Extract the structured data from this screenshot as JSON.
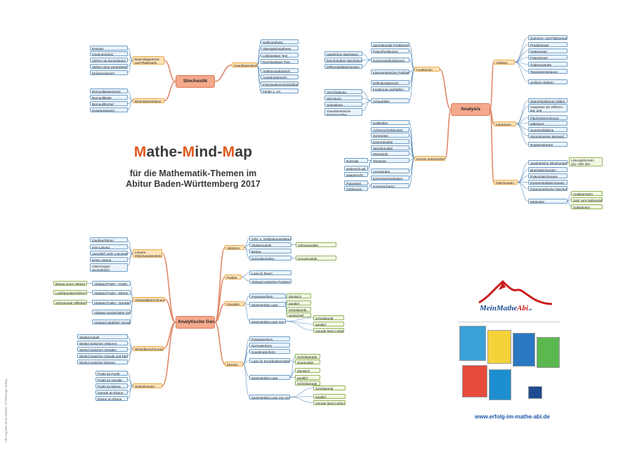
{
  "title": {
    "p1": "M",
    "p2": "athe-",
    "p3": "M",
    "p4": "ind-",
    "p5": "M",
    "p6": "ap"
  },
  "subtitle": {
    "line1": "für die Mathematik-Themen im",
    "line2": "Abitur Baden-Württemberg 2017"
  },
  "side_note": "Alle Angaben ohne Gewähr. © Freiburger Verlag",
  "logo": {
    "main": "MeinMathe",
    "accent": "Abi",
    "suffix": ".de",
    "icon": "mountain-logo-icon"
  },
  "publisher": "Freiburger Verlag",
  "url": "www.erfolg-im-mathe-abi.de",
  "colors": {
    "center": "#f4a98c",
    "branch": "#fde3b8",
    "leaf": "#eaf3fb",
    "leaf_green": "#f2f8e3",
    "line": "#5e8fbe",
    "accent": "#e1591d"
  },
  "mindmap": {
    "stochastik": {
      "center": "Stochastik",
      "baum": {
        "label": "Baumdiagramme und Pfadregeln",
        "items": [
          "Ereignis",
          "Gegenereignis",
          "Ziehen mit Zurücklegen",
          "Ziehen ohne Zurücklegen",
          "Erwartungswert"
        ]
      },
      "binom": {
        "label": "Binomialverteilung",
        "items": [
          "Bernoulliexperiment",
          "Bernoullikette",
          "Bernoulliformel",
          "Erwartungswert"
        ]
      },
      "hyp": {
        "label": "Hypothesentest",
        "items": [
          "Nullhypothese",
          "Alternativhypothese",
          "Linksseitiger Test",
          "Rechtsseitiger Test",
          "Ablehnungsbereich",
          "Annahmebereich",
          "Irrtumswahrscheinlichkeit",
          "Fehler 1. Art"
        ]
      }
    },
    "analysis": {
      "center": "Analysis",
      "funktionen": {
        "label": "Funktionen",
        "items": [
          "ganzrationale Funktionen",
          "Potenzfunktionen",
          "Exponentialfunktionen",
          "trigonometrische Funktionen",
          "Definitionsbereich",
          "Funktionen aufstellen",
          "Schaubilder"
        ],
        "sub1": [
          "natürliches Wachstum",
          "beschränktes Wachstum",
          "Differentialgleichungen"
        ],
        "sub2": [
          "Verschiebung",
          "Streckung",
          "Spiegelung",
          "charakteristische Eigenschaften"
        ]
      },
      "kurven": {
        "label": "Kurven untersuchen",
        "items": [
          "Nullstellen",
          "Achsenschnittpunkte",
          "Symmetrie",
          "Extrempunkte",
          "Wendepunkte",
          "Monotonie",
          "Tangente",
          "Asymptoten",
          "Extremwertaufgaben",
          "Kurvenscharen"
        ],
        "sub_t": [
          "Normale",
          "senkrecht auf",
          "waagerecht"
        ],
        "sub_k": [
          "Parameter",
          "Ortskurven"
        ]
      },
      "ableiten": {
        "label": "Ableiten",
        "items": [
          "Summen- und Faktorregel",
          "Produktregel",
          "Kettenregel",
          "Potenzregel",
          "Änderungsrate",
          "Tangentensteigung",
          "grafisch Ableiten"
        ]
      },
      "integrieren": {
        "label": "Integrieren",
        "items": [
          "Stammfunktionen bilden",
          "Hauptsatz der Differen-tial- und Integralrechnung",
          "Flächenberechnung",
          "Mittelwert",
          "Summenbildung",
          "rekonstruierter Bestand",
          "Rotationskörper"
        ]
      },
      "gleichungen": {
        "label": "Gleichungen",
        "items": [
          "quadratische Gleichungen",
          "Bruchgleichungen",
          "Potenzgleichungen",
          "Exponentialgleichungen",
          "trigonometrische Gleichungen",
          "Methoden"
        ],
        "sub_q": "Lösungsformeln (pq- oder abc-Formel)",
        "sub_m": [
          "Ausklammern",
          "Satz vom Nullprodukt",
          "Substitution"
        ]
      }
    },
    "geometrie": {
      "center": "Analytische Geometrie",
      "lgs": {
        "label": "Lineare Gleichungssysteme",
        "items": [
          "Gaußverfahren",
          "eine Lösung",
          "unendlich viele Lösungen",
          "keine Lösung",
          "Gleichungen geometrisch interpretieren"
        ]
      },
      "abstand": {
        "label": "Abstandsberechnungen",
        "items": [
          "Abstand Punkt – Punkt",
          "Abstand Punkt – Ebene",
          "Abstand Punkt – Gerade",
          "Abstand windschiefer Geraden",
          "Abstand paralleler Geraden"
        ],
        "sub": [
          "Betrag eines Vektors",
          "Lotfußpunktverfahren",
          "orthogonale Hilfsebene"
        ]
      },
      "winkel": {
        "label": "Winkelberechnungen",
        "items": [
          "Skalarprodukt",
          "Winkel zwischen Vektoren",
          "Winkel zwischen Geraden",
          "Winkel zwischen Gerade und Ebene",
          "Winkel zwischen Ebenen"
        ]
      },
      "spiegel": {
        "label": "Spiegelungen",
        "items": [
          "Punkt an Punkt",
          "Punkt an Gerade",
          "Punkt an Ebene",
          "Gerade an Ebene",
          "Ebene an Ebene"
        ]
      },
      "vektoren": {
        "label": "Vektoren",
        "items": [
          "Orts- u. Verbindungsvektoren",
          "Skalarprodukt",
          "Betrag",
          "Normalenvektor"
        ],
        "sub": [
          "Orthogonalität",
          "Kreuzprodukt"
        ]
      },
      "punkte": {
        "label": "Punkte",
        "items": [
          "Lage im Raum",
          "Abstand zwischen Punkten"
        ]
      },
      "geraden": {
        "label": "Geraden",
        "items": [
          "Parameterform",
          "gegenseitige Lage",
          "gegenseitige Lage von Gerade und Ebene"
        ],
        "sub_lage": [
          "identisch",
          "parallel",
          "Schnittpunkt",
          "windschief"
        ],
        "sub_ge": [
          "Schnittpunkt",
          "parallel",
          "Gerade liegt in Ebene"
        ]
      },
      "ebenen": {
        "label": "Ebenen",
        "items": [
          "Parameterform",
          "Normalenform",
          "Koordinatenform",
          "Lage im Koordinatensystem",
          "gegenseitige Lage",
          "gegenseitige Lage von Gerade und Ebene"
        ],
        "sub_lage": [
          "Schnittgerade",
          "identisch",
          "parallel"
        ],
        "sub_ge": [
          "Schnittpunkt",
          "parallel",
          "Gerade liegt in Ebene"
        ],
        "sub_ks": "Spurpunkte"
      }
    }
  }
}
